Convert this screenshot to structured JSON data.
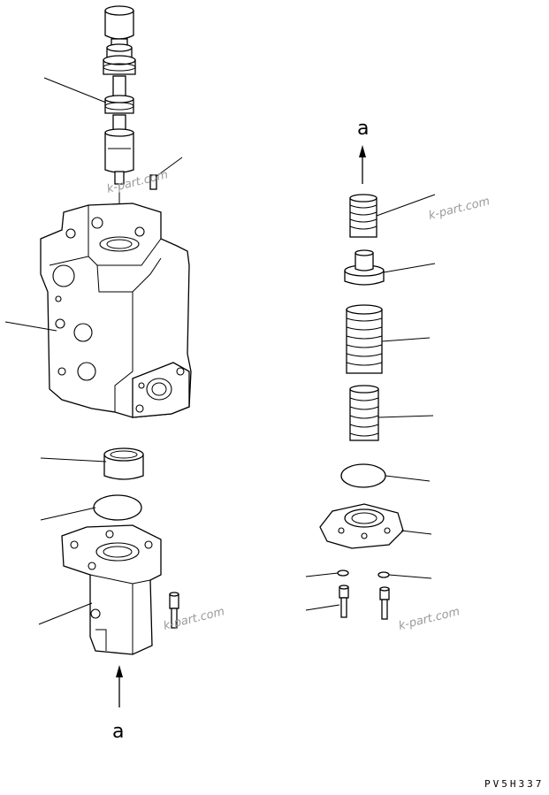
{
  "diagram": {
    "drawing_code": "PV5H337",
    "arrow_labels": {
      "top": "a",
      "bottom": "a"
    },
    "watermark": "k-part.com"
  }
}
